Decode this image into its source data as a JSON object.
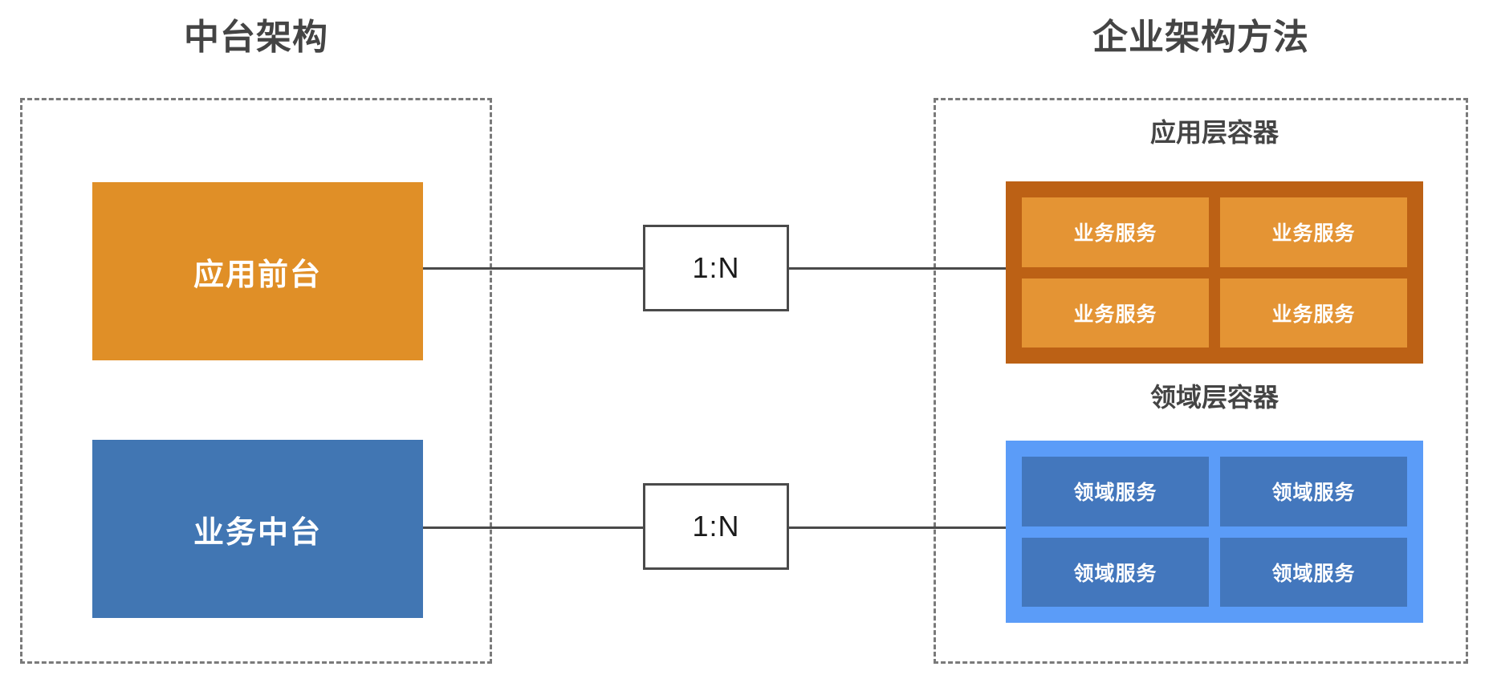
{
  "panels": {
    "left": {
      "title": "中台架构",
      "blocks": [
        {
          "label": "应用前台",
          "color": "#E08F27"
        },
        {
          "label": "业务中台",
          "color": "#4176B3"
        }
      ]
    },
    "right": {
      "title": "企业架构方法",
      "containers": [
        {
          "label": "应用层容器",
          "container_color": "#BC6115",
          "card_color": "#E49434",
          "services": [
            "业务服务",
            "业务服务",
            "业务服务",
            "业务服务"
          ]
        },
        {
          "label": "领域层容器",
          "container_color": "#5B9CF8",
          "card_color": "#4377BD",
          "services": [
            "领域服务",
            "领域服务",
            "领域服务",
            "领域服务"
          ]
        }
      ]
    }
  },
  "connectors": [
    {
      "cardinality": "1:N"
    },
    {
      "cardinality": "1:N"
    }
  ],
  "colors": {
    "dashed_border": "#7a7a7a",
    "line": "#4a4a4a",
    "title_text": "#444444",
    "card_box_border": "#4a4a4a",
    "background": "#ffffff"
  }
}
